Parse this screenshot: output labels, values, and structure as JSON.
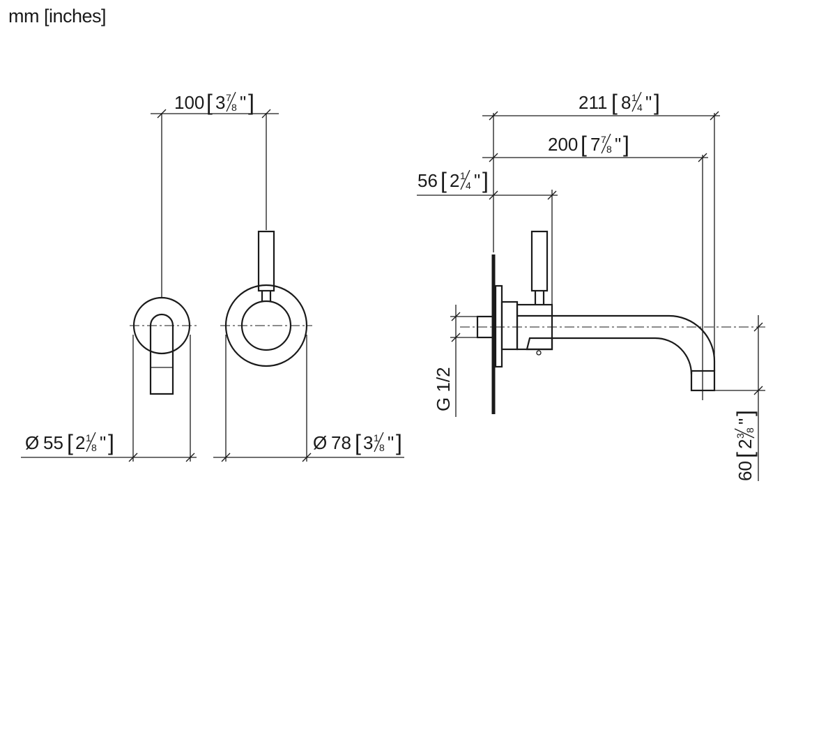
{
  "units_label": "mm [inches]",
  "dimensions": {
    "width_100": {
      "mm": "100",
      "whole": "3",
      "num": "7",
      "den": "8",
      "unit": "\""
    },
    "diameter_55": {
      "symbol": "Ø",
      "mm": "55",
      "whole": "2",
      "num": "1",
      "den": "8",
      "unit": "\""
    },
    "diameter_78": {
      "symbol": "Ø",
      "mm": "78",
      "whole": "3",
      "num": "1",
      "den": "8",
      "unit": "\""
    },
    "projection_211": {
      "mm": "211",
      "whole": "8",
      "num": "1",
      "den": "4",
      "unit": "\""
    },
    "projection_200": {
      "mm": "200",
      "whole": "7",
      "num": "7",
      "den": "8",
      "unit": "\""
    },
    "offset_56": {
      "mm": "56",
      "whole": "2",
      "num": "1",
      "den": "4",
      "unit": "\""
    },
    "height_60": {
      "mm": "60",
      "whole": "2",
      "num": "3",
      "den": "8",
      "unit": "\""
    }
  },
  "thread_label": "G 1/2"
}
